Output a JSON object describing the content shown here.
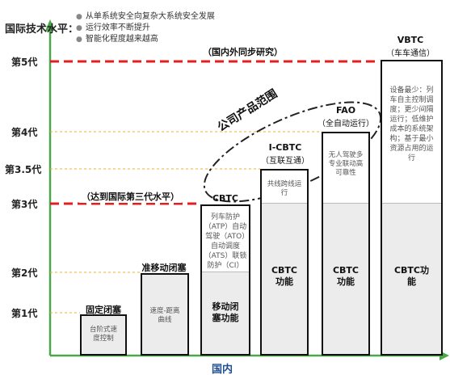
{
  "header": {
    "axis_title": "国际技术水平：",
    "notes": [
      "从单系统安全向复杂大系统安全发展",
      "运行效率不断提升",
      "智能化程度越来越高"
    ]
  },
  "levels": [
    "第5代",
    "第4代",
    "第3.5代",
    "第3代",
    "第2代",
    "第1代"
  ],
  "x_axis_label": "国内",
  "annotations": {
    "sync_research": "（国内外同步研究）",
    "intl_third_gen": "（达到国际第三代水平）",
    "company_scope": "公司产品范围"
  },
  "columns": [
    {
      "title": "固定闭塞",
      "subtitle": "",
      "upper_text": "",
      "lower_text": "台阶式速度控制"
    },
    {
      "title": "准移动闭塞",
      "subtitle": "",
      "upper_text": "",
      "lower_text": "速度-距离曲线"
    },
    {
      "title": "CBTC",
      "subtitle": "",
      "upper_text": "列车防护（ATP）自动驾驶（ATO）自动调度（ATS）联锁防护（CI）",
      "lower_text": "移动闭塞功能"
    },
    {
      "title": "I-CBTC",
      "subtitle": "（互联互通）",
      "upper_text": "共线跨线运行",
      "lower_text": "CBTC功能"
    },
    {
      "title": "FAO",
      "subtitle": "（全自动运行）",
      "upper_text": "无人驾驶多专业联动高可靠性",
      "lower_text": "CBTC功能"
    },
    {
      "title": "VBTC",
      "subtitle": "（车车通信）",
      "upper_text": "设备最少：列车自主控制调度；更少间隔运行；低维护成本的系统架构；基于最小资源占用的运行",
      "lower_text": "CBTC功能"
    }
  ],
  "colors": {
    "axis": "#4aa84a",
    "red_line": "#e02020",
    "dash_line": "#f0b030"
  }
}
